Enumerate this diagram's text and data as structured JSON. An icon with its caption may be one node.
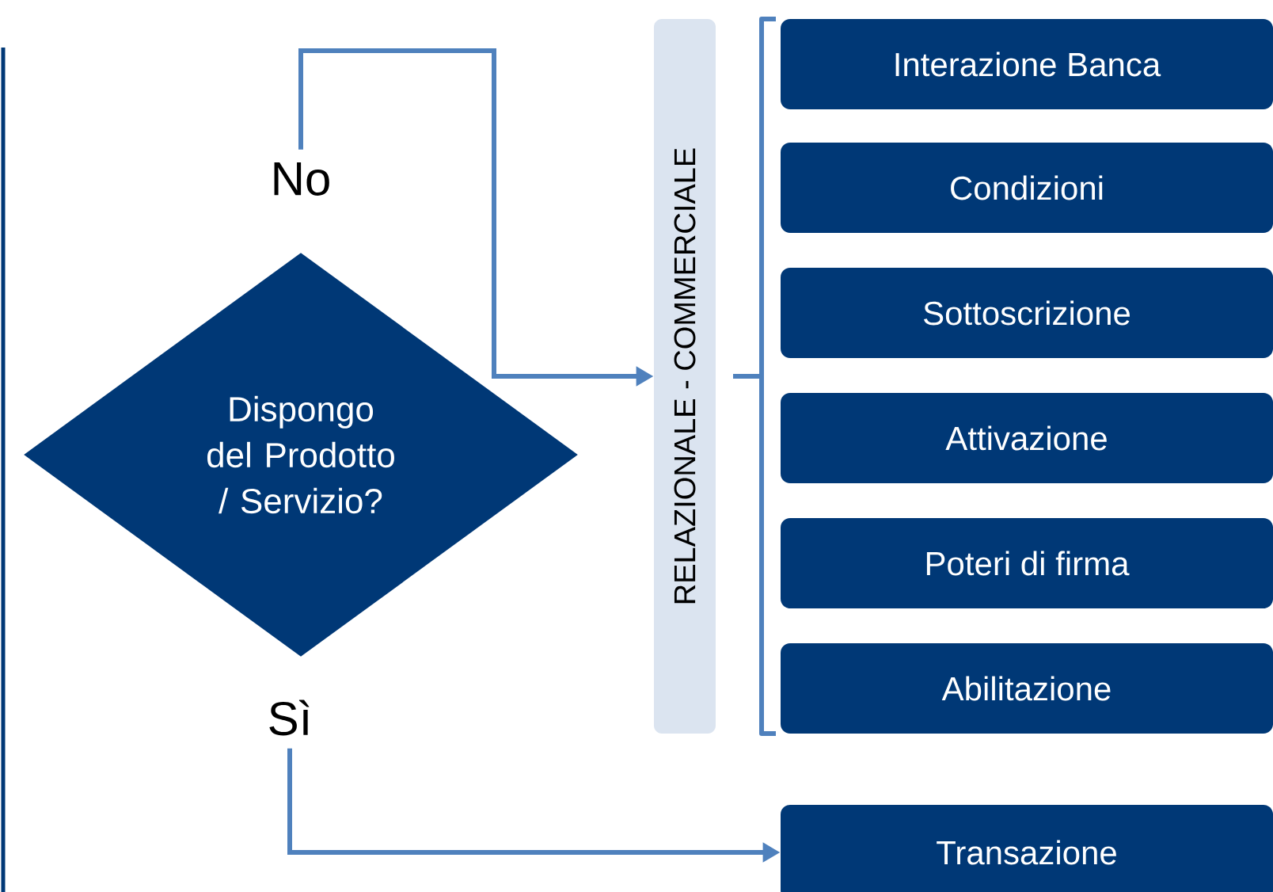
{
  "diagram": {
    "nodes": [
      {
        "text": [
          "No"
        ]
      },
      {
        "text": [
          "Dispongo del Prodotto / Servizio?"
        ]
      },
      {
        "text": [
          "Sì"
        ]
      },
      {
        "text": [
          "RELAZIONALE - COMMERCIALE"
        ]
      },
      {
        "text": [
          "Interazione Banca"
        ]
      },
      {
        "text": [
          "Condizioni"
        ]
      },
      {
        "text": [
          "Sottoscrizione"
        ]
      },
      {
        "text": [
          "Attivazione"
        ]
      },
      {
        "text": [
          "Poteri di firma"
        ]
      },
      {
        "text": [
          "Abilitazione"
        ]
      },
      {
        "text": [
          "Transazione"
        ]
      }
    ],
    "edges": [
      {
        "from": 0,
        "to": 3,
        "arrow": "to"
      },
      {
        "from": 2,
        "to": 10,
        "arrow": "to"
      }
    ]
  }
}
